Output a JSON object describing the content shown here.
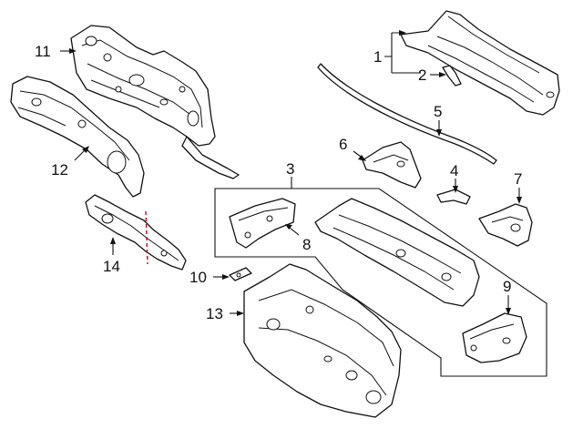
{
  "diagram": {
    "callouts": [
      {
        "id": "1",
        "text": "1"
      },
      {
        "id": "2",
        "text": "2"
      },
      {
        "id": "3",
        "text": "3"
      },
      {
        "id": "4",
        "text": "4"
      },
      {
        "id": "5",
        "text": "5"
      },
      {
        "id": "6",
        "text": "6"
      },
      {
        "id": "7",
        "text": "7"
      },
      {
        "id": "8",
        "text": "8"
      },
      {
        "id": "9",
        "text": "9"
      },
      {
        "id": "10",
        "text": "10"
      },
      {
        "id": "11",
        "text": "11"
      },
      {
        "id": "12",
        "text": "12"
      },
      {
        "id": "13",
        "text": "13"
      },
      {
        "id": "14",
        "text": "14"
      }
    ],
    "colors": {
      "line": "#111111",
      "background": "#ffffff",
      "cut_line": "#d0021b"
    }
  }
}
